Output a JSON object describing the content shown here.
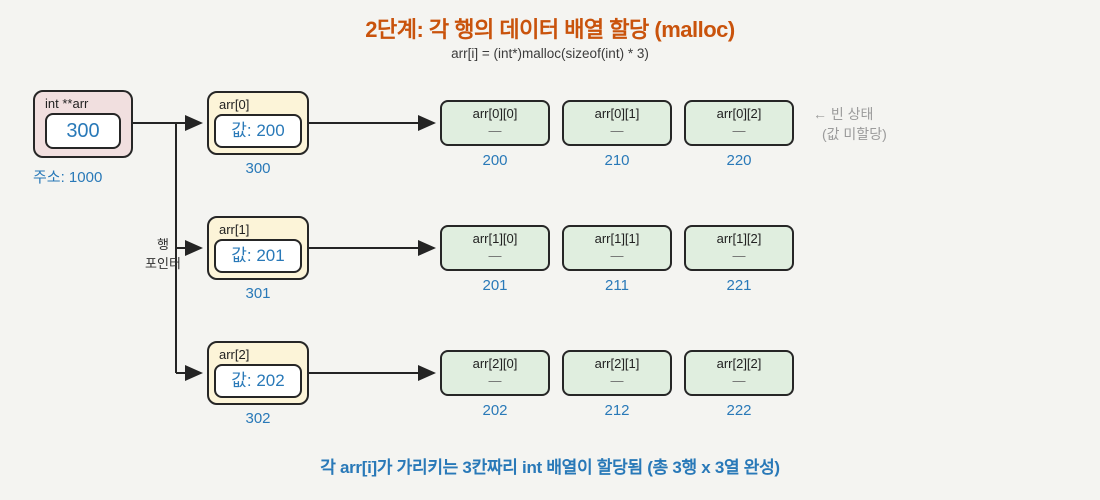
{
  "title": "2단계: 각 행의 데이터 배열 할당 (malloc)",
  "subtitle": "arr[i] = (int*)malloc(sizeof(int) * 3)",
  "pointer_box": {
    "label": "int **arr",
    "value": "300",
    "address": "주소: 1000"
  },
  "branch_label": {
    "line1": "행",
    "line2": "포인터"
  },
  "rows": [
    {
      "pointer": {
        "label": "arr[0]",
        "value": "값: 200",
        "address": "300"
      },
      "cells": [
        {
          "label": "arr[0][0]",
          "value": "—",
          "address": "200"
        },
        {
          "label": "arr[0][1]",
          "value": "—",
          "address": "210"
        },
        {
          "label": "arr[0][2]",
          "value": "—",
          "address": "220"
        }
      ]
    },
    {
      "pointer": {
        "label": "arr[1]",
        "value": "값: 201",
        "address": "301"
      },
      "cells": [
        {
          "label": "arr[1][0]",
          "value": "—",
          "address": "201"
        },
        {
          "label": "arr[1][1]",
          "value": "—",
          "address": "211"
        },
        {
          "label": "arr[1][2]",
          "value": "—",
          "address": "221"
        }
      ]
    },
    {
      "pointer": {
        "label": "arr[2]",
        "value": "값: 202",
        "address": "302"
      },
      "cells": [
        {
          "label": "arr[2][0]",
          "value": "—",
          "address": "202"
        },
        {
          "label": "arr[2][1]",
          "value": "—",
          "address": "212"
        },
        {
          "label": "arr[2][2]",
          "value": "—",
          "address": "222"
        }
      ]
    }
  ],
  "empty_note": {
    "line1": "← 빈 상태",
    "line2": "(값 미할당)"
  },
  "caption": "각 arr[i]가 가리키는 3칸짜리 int 배열이 할당됨 (총 3행 x 3열 완성)",
  "colors": {
    "background": "#f4f4f1",
    "accent_orange": "#c9530c",
    "accent_blue": "#2979b8",
    "pointer_box_fill": "#f1dfdf",
    "row_box_fill": "#fcf4d8",
    "cell_fill": "#e0eedf",
    "line": "#262626",
    "note_gray": "#9b9b9b"
  }
}
